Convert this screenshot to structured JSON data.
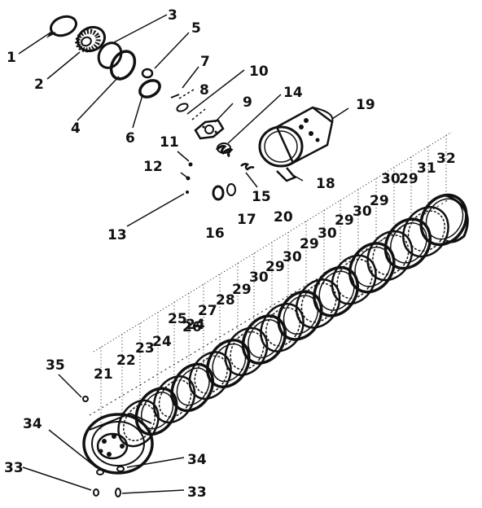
{
  "diagram": {
    "labels": {
      "p1": "1",
      "p2": "2",
      "p3": "3",
      "p4": "4",
      "p5": "5",
      "p6": "6",
      "p7": "7",
      "p8": "8",
      "p9": "9",
      "p10": "10",
      "p11": "11",
      "p12": "12",
      "p13": "13",
      "p14": "14",
      "p15": "15",
      "p16": "16",
      "p17": "17",
      "p18": "18",
      "p19": "19",
      "p20": "20",
      "p21": "21",
      "p22": "22",
      "p23": "23",
      "p24a": "24",
      "p24b": "24",
      "p25": "25",
      "p26": "26",
      "p27": "27",
      "p28": "28",
      "p29a": "29",
      "p29b": "29",
      "p29c": "29",
      "p29d": "29",
      "p29e": "29",
      "p30a": "30",
      "p30b": "30",
      "p30c": "30",
      "p30d": "30",
      "p30e": "30",
      "p31": "31",
      "p32": "32",
      "p33a": "33",
      "p33b": "33",
      "p34a": "34",
      "p34b": "34",
      "p35": "35"
    }
  }
}
